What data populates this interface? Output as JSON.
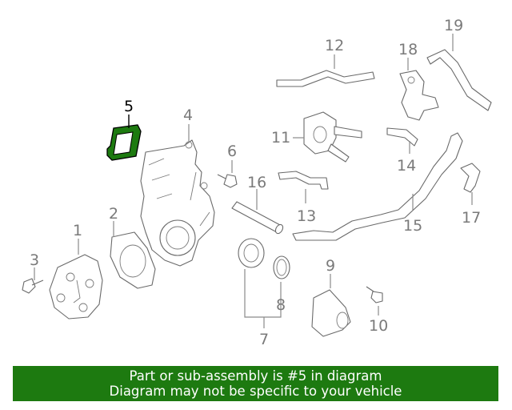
{
  "callouts": {
    "c1": "1",
    "c2": "2",
    "c3": "3",
    "c4": "4",
    "c5": "5",
    "c6": "6",
    "c7": "7",
    "c8": "8",
    "c9": "9",
    "c10": "10",
    "c11": "11",
    "c12": "12",
    "c13": "13",
    "c14": "14",
    "c15": "15",
    "c16": "16",
    "c17": "17",
    "c18": "18",
    "c19": "19"
  },
  "highlighted_part": "5",
  "colors": {
    "highlight_fill": "#1d7a10",
    "banner_bg": "#1d7a10",
    "banner_text": "#ffffff"
  },
  "banner": {
    "line1": "Part or sub-assembly is #5 in diagram",
    "line2": "Diagram may not be specific to your vehicle"
  }
}
